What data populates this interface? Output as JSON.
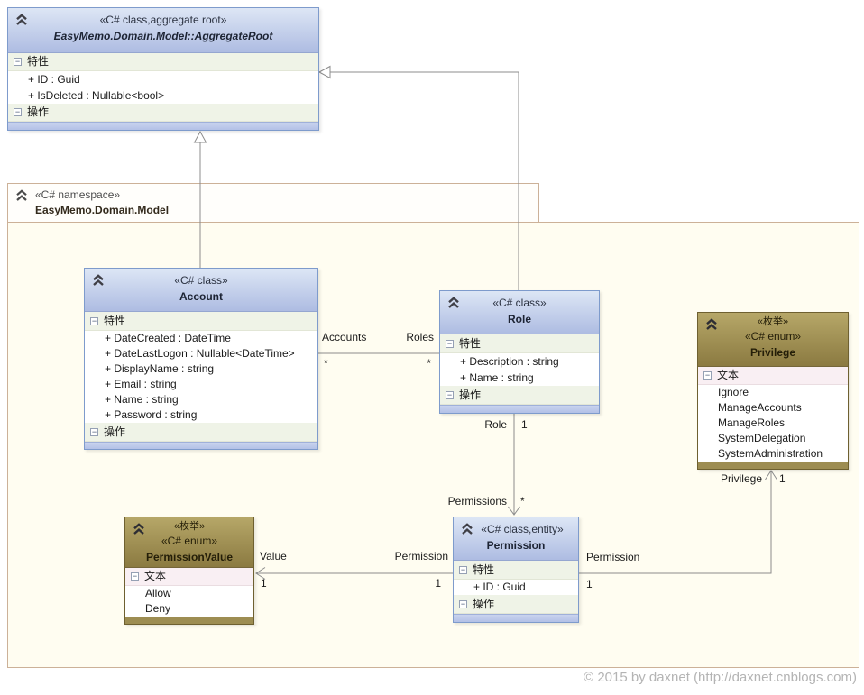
{
  "namespaceBox": {
    "stereotype": "«C# namespace»",
    "name": "EasyMemo.Domain.Model"
  },
  "boxes": {
    "aggregateRoot": {
      "stereotype": "«C# class,aggregate root»",
      "name": "EasyMemo.Domain.Model::AggregateRoot",
      "attributesHeader": "特性",
      "operationsHeader": "操作",
      "attributes": [
        "+ ID : Guid",
        "+ IsDeleted : Nullable<bool>"
      ]
    },
    "account": {
      "stereotype": "«C# class»",
      "name": "Account",
      "attributesHeader": "特性",
      "operationsHeader": "操作",
      "attributes": [
        "+ DateCreated : DateTime",
        "+ DateLastLogon : Nullable<DateTime>",
        "+ DisplayName : string",
        "+ Email : string",
        "+ Name : string",
        "+ Password : string"
      ]
    },
    "role": {
      "stereotype": "«C# class»",
      "name": "Role",
      "attributesHeader": "特性",
      "operationsHeader": "操作",
      "attributes": [
        "+ Description : string",
        "+ Name : string"
      ]
    },
    "privilege": {
      "stereotype1": "«枚举»",
      "stereotype2": "«C# enum»",
      "name": "Privilege",
      "literalsHeader": "文本",
      "literals": [
        "Ignore",
        "ManageAccounts",
        "ManageRoles",
        "SystemDelegation",
        "SystemAdministration"
      ]
    },
    "permissionValue": {
      "stereotype1": "«枚举»",
      "stereotype2": "«C# enum»",
      "name": "PermissionValue",
      "literalsHeader": "文本",
      "literals": [
        "Allow",
        "Deny"
      ]
    },
    "permission": {
      "stereotype": "«C# class,entity»",
      "name": "Permission",
      "attributesHeader": "特性",
      "operationsHeader": "操作",
      "attributes": [
        "+ ID : Guid"
      ]
    }
  },
  "associations": {
    "accountRole": {
      "leftRole": "Accounts",
      "leftMult": "*",
      "rightRole": "Roles",
      "rightMult": "*"
    },
    "rolePermission": {
      "sourceRole": "Role",
      "sourceMult": "1",
      "targetRole": "Permissions",
      "targetMult": "*"
    },
    "permissionValue": {
      "targetRole": "Value",
      "targetMult": "1",
      "sourceRole": "Permission",
      "sourceMult": "1"
    },
    "permissionPrivilege": {
      "sourceRole": "Permission",
      "sourceMult": "1",
      "targetRole": "Privilege",
      "targetMult": "1"
    }
  },
  "colors": {
    "classHeaderTop": "#dde6f5",
    "classHeaderBottom": "#aebce2",
    "classBorder": "#7e9bcc",
    "enumHeaderTop": "#b6a768",
    "enumHeaderBottom": "#8b7a41",
    "enumBorder": "#6e6030",
    "namespaceBorder": "#ccb198",
    "namespaceFill": "#fffdf1",
    "connector": "#8c8c8c"
  },
  "footer": {
    "copyright": "© 2015 by daxnet (http://daxnet.cnblogs.com)"
  }
}
